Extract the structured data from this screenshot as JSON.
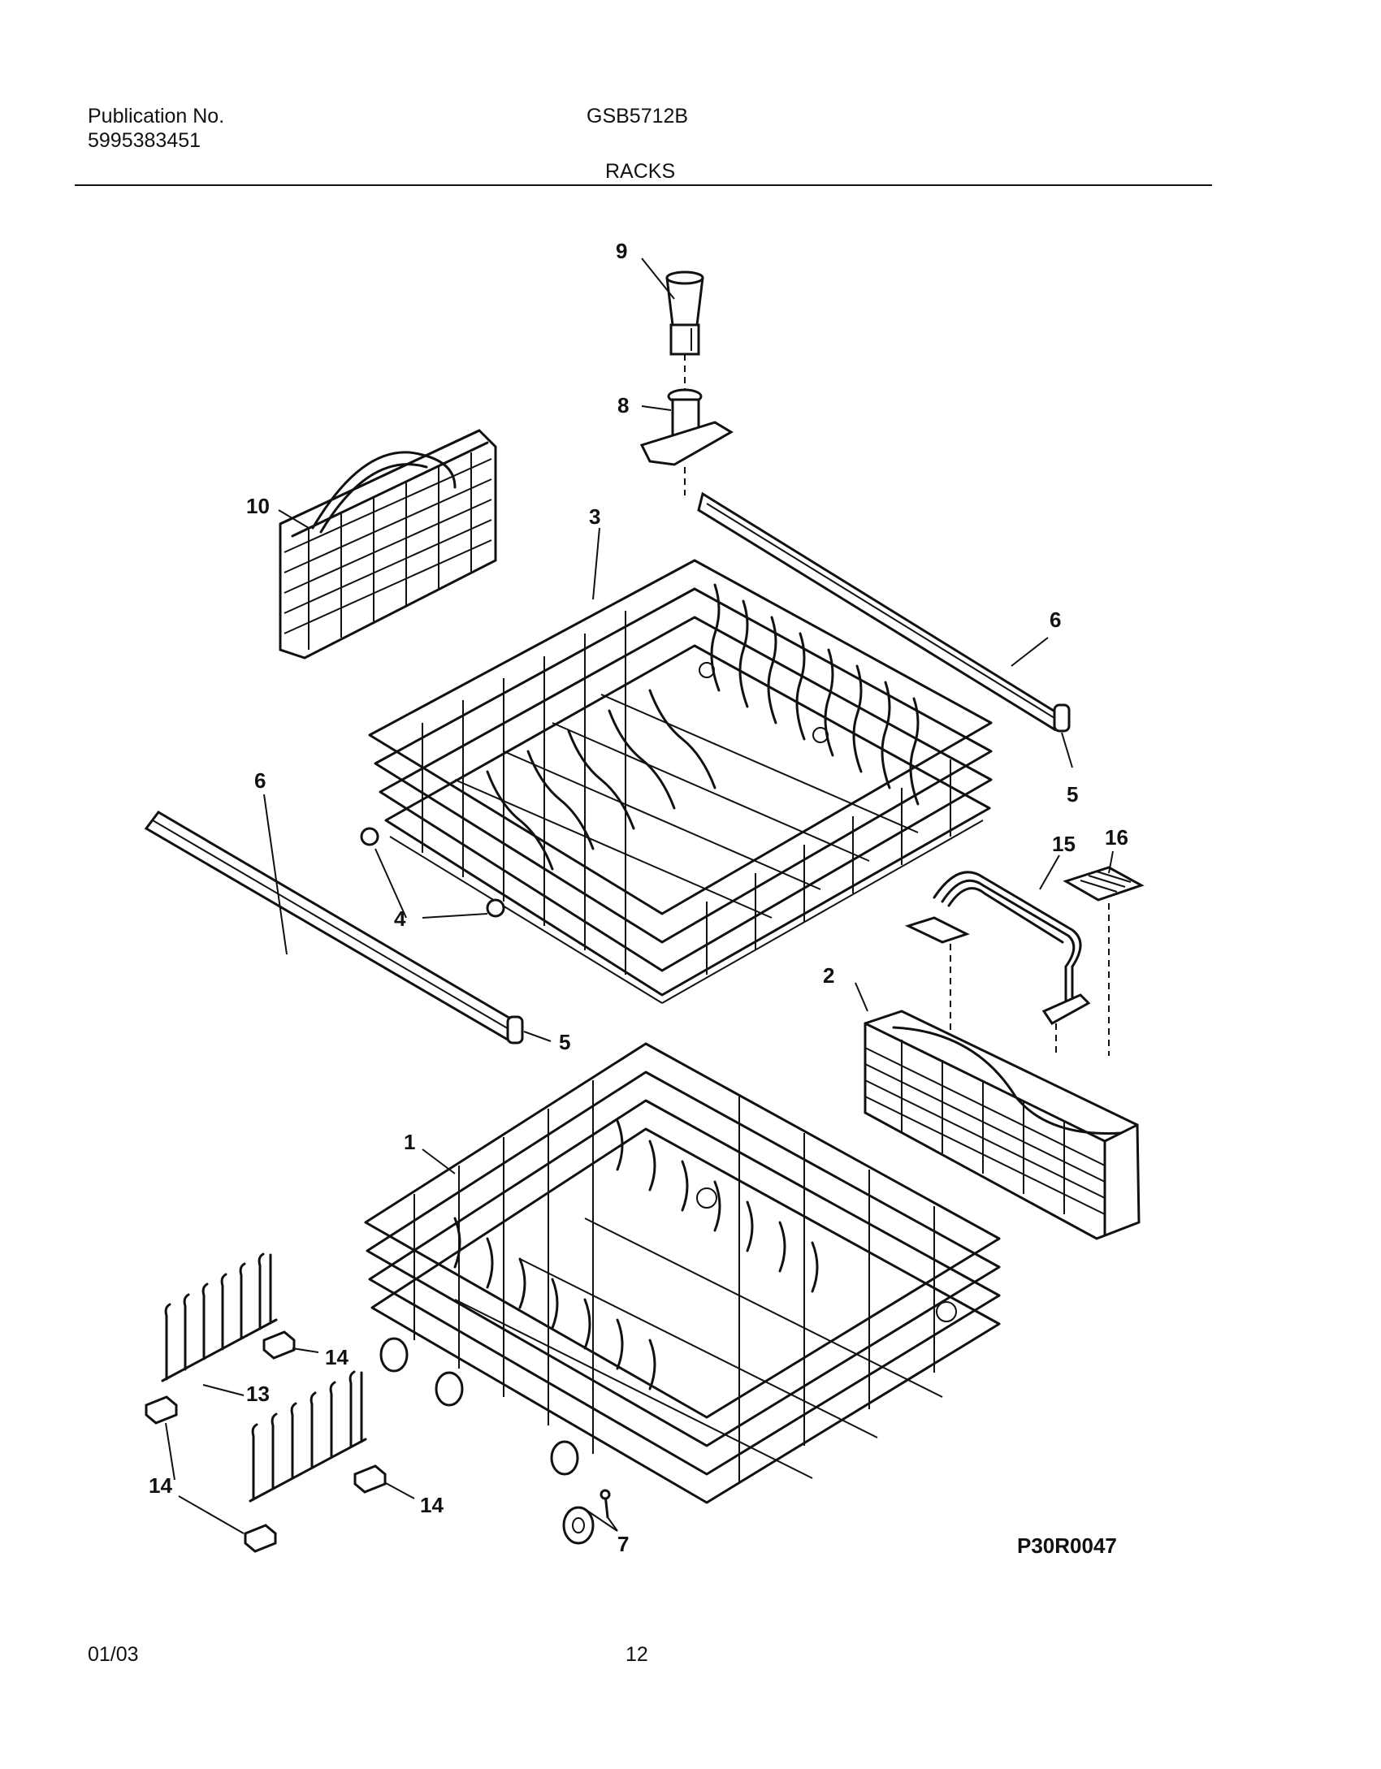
{
  "header": {
    "publication_label": "Publication No.",
    "publication_number": "5995383451",
    "model": "GSB5712B",
    "section": "RACKS"
  },
  "callouts": {
    "c1": "1",
    "c2": "2",
    "c3": "3",
    "c4": "4",
    "c5a": "5",
    "c5b": "5",
    "c6a": "6",
    "c6b": "6",
    "c7": "7",
    "c8": "8",
    "c9": "9",
    "c10": "10",
    "c13": "13",
    "c14a": "14",
    "c14b": "14",
    "c14c": "14",
    "c15": "15",
    "c16": "16"
  },
  "diagram_code": "P30R0047",
  "footer": {
    "date": "01/03",
    "page": "12"
  }
}
